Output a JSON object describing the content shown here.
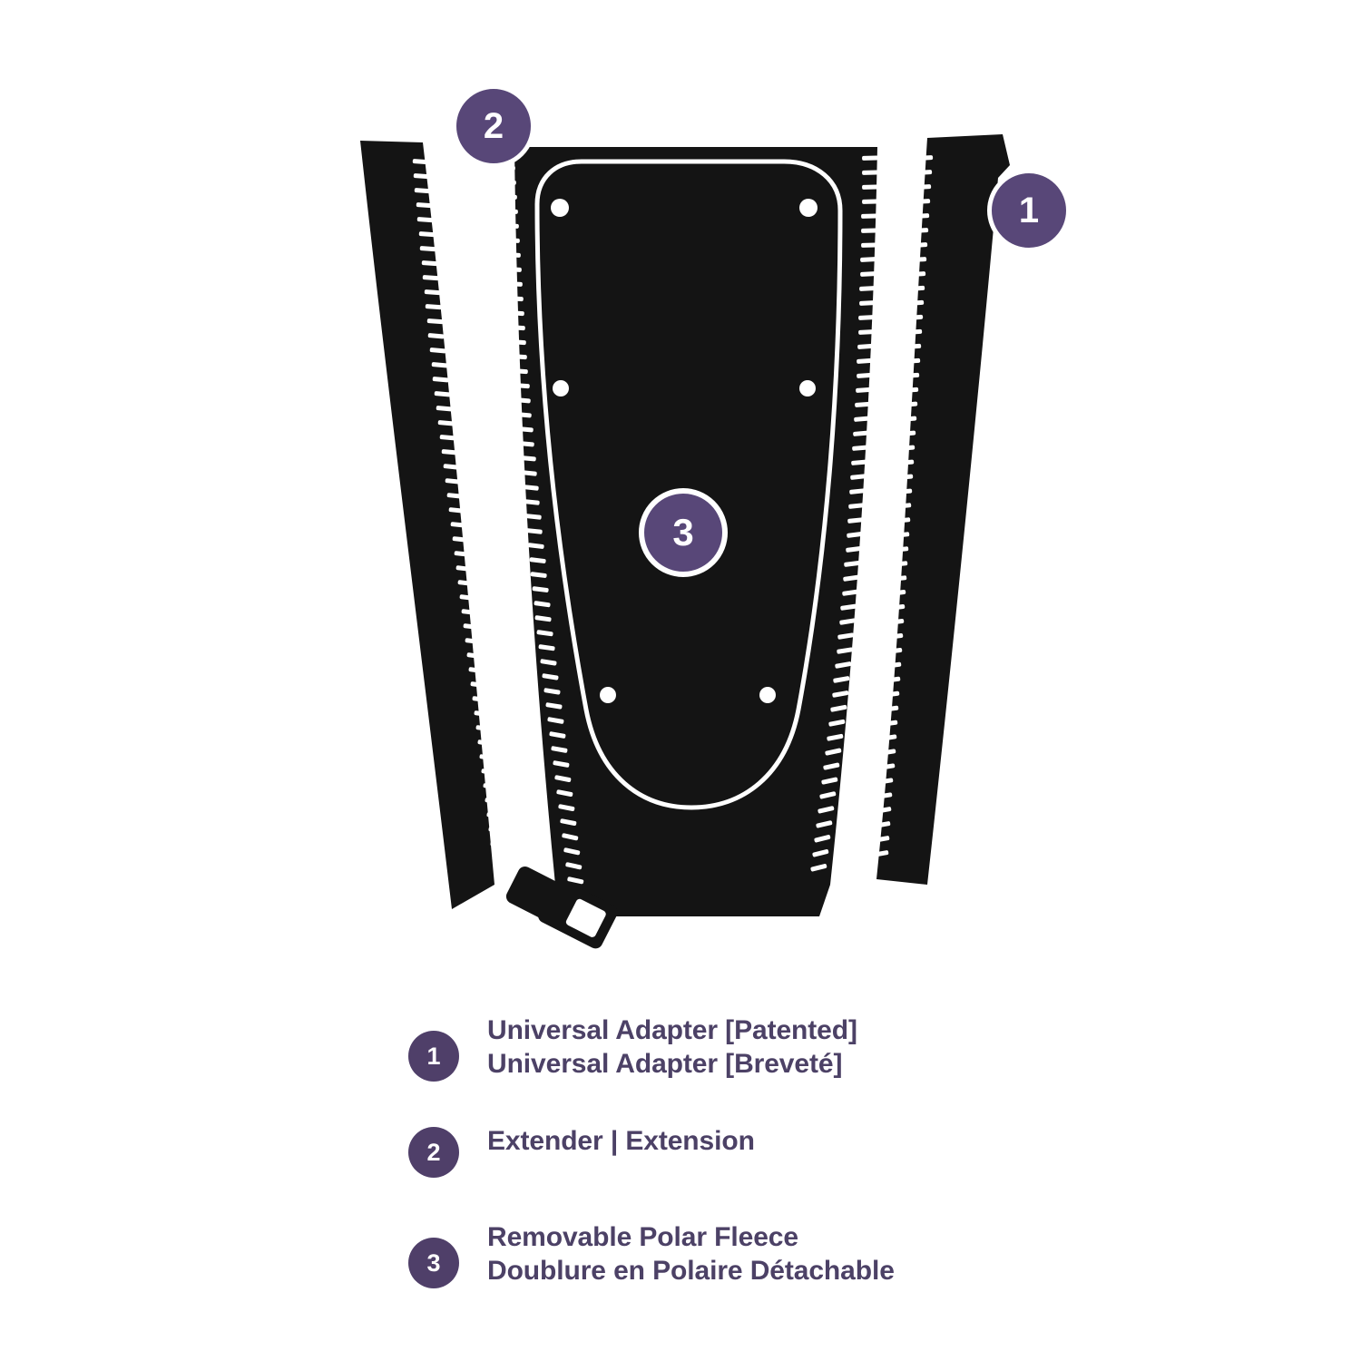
{
  "page": {
    "background_color": "#ffffff",
    "accent_purple": "#584778",
    "legend_badge_purple": "#4f3f69",
    "legend_text_color": "#4c4166",
    "garment_color": "#111111",
    "outline_color": "#ffffff"
  },
  "diagram": {
    "title": "Exploded jacket panel diagram",
    "callouts": [
      {
        "id": "1",
        "label": "1",
        "target": "universal-adapter-panel"
      },
      {
        "id": "2",
        "label": "2",
        "target": "extender-panel"
      },
      {
        "id": "3",
        "label": "3",
        "target": "removable-polar-fleece-panel"
      }
    ],
    "parts": [
      {
        "name": "left-adapter-strip",
        "icon": "zipper-strip"
      },
      {
        "name": "right-adapter-strip",
        "icon": "zipper-strip"
      },
      {
        "name": "extender-panel",
        "icon": "zipper-panel"
      },
      {
        "name": "removable-polar-fleece-panel",
        "icon": "fleece-liner"
      },
      {
        "name": "zipper-pull",
        "icon": "zipper-pull-icon"
      }
    ]
  },
  "legend": {
    "items": [
      {
        "number": "1",
        "line1": "Universal Adapter [Patented]",
        "line2": "Universal Adapter [Breveté]"
      },
      {
        "number": "2",
        "line1": "Extender | Extension",
        "line2": ""
      },
      {
        "number": "3",
        "line1": "Removable Polar Fleece",
        "line2": "Doublure en Polaire Détachable"
      }
    ]
  }
}
